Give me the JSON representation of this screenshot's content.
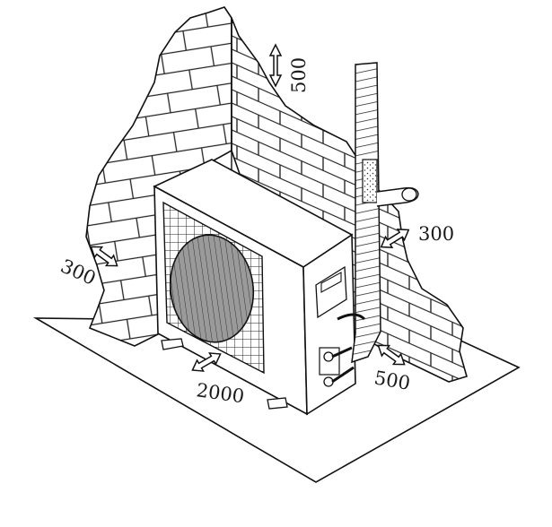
{
  "diagram": {
    "clearances": {
      "top": "500",
      "pipe_side": "300",
      "left_wall": "300",
      "front": "2000",
      "right_side": "500"
    }
  }
}
